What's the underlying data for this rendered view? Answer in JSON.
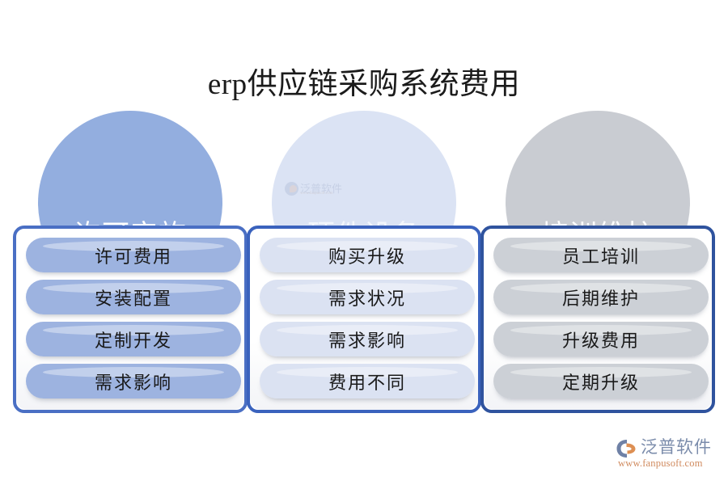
{
  "page": {
    "title": "erp供应链采购系统费用",
    "background": "#ffffff"
  },
  "columns": [
    {
      "circle_label": "许可实施",
      "circle_color": "#93aedf",
      "circle_text_color": "#ffffff",
      "border_color": "#4a6fc4",
      "pill_color": "#9db3e0",
      "pill_text_color": "#1a1a1a",
      "items": [
        {
          "label": "许可费用"
        },
        {
          "label": "安装配置"
        },
        {
          "label": "定制开发"
        },
        {
          "label": "需求影响"
        }
      ]
    },
    {
      "circle_label": "硬件设备",
      "circle_color": "#dbe3f4",
      "circle_text_color": "#f3f6fc",
      "border_color": "#3a62bd",
      "pill_color": "#dbe2f2",
      "pill_text_color": "#1a1a1a",
      "items": [
        {
          "label": "购买升级"
        },
        {
          "label": "需求状况"
        },
        {
          "label": "需求影响"
        },
        {
          "label": "费用不同"
        }
      ]
    },
    {
      "circle_label": "培训维护",
      "circle_color": "#c9ccd2",
      "circle_text_color": "#ffffff",
      "border_color": "#2f539e",
      "pill_color": "#ccd0d6",
      "pill_text_color": "#1a1a1a",
      "items": [
        {
          "label": "员工培训"
        },
        {
          "label": "后期维护"
        },
        {
          "label": "升级费用"
        },
        {
          "label": "定期升级"
        }
      ]
    }
  ],
  "watermark": {
    "name": "泛普软件",
    "url": "www.fanpusoft.com"
  },
  "brand": {
    "name": "泛普软件",
    "url": "www.fanpusoft.com",
    "name_color": "#7b8cab",
    "url_color": "#d08a5e",
    "mark_blue": "#6f81a6",
    "mark_orange": "#dd8f53"
  }
}
